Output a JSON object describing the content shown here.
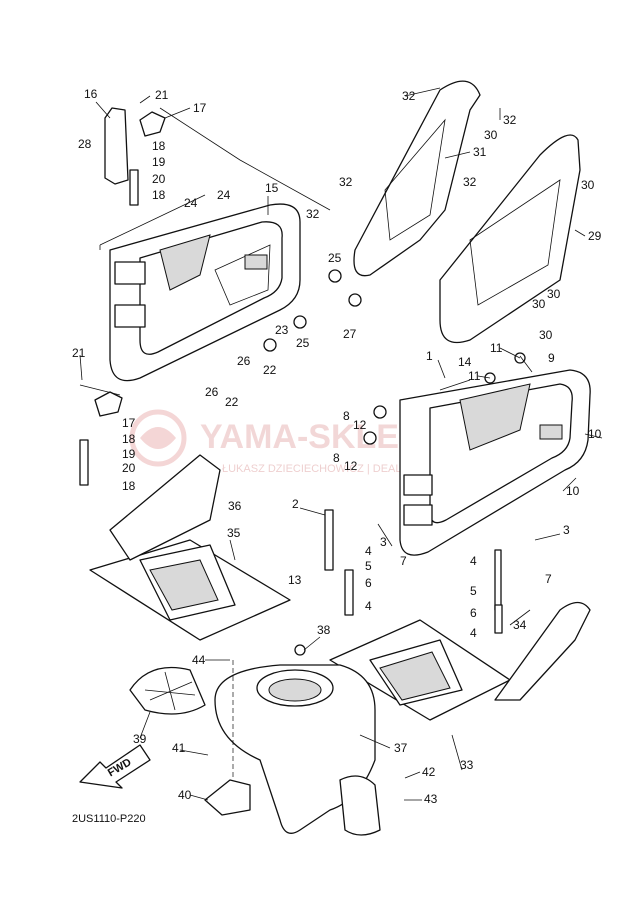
{
  "diagram_code": "2US1110-P220",
  "fwd_label": "FWD",
  "watermark": {
    "title": "YAMA-SKLEP",
    "line": "ŁUKASZ DZIECIECHOWICZ | DEALER YAMAHA"
  },
  "callouts": [
    {
      "id": "c1",
      "text": "1"
    },
    {
      "id": "c2",
      "text": "2"
    },
    {
      "id": "c3a",
      "text": "3"
    },
    {
      "id": "c3b",
      "text": "3"
    },
    {
      "id": "c4a",
      "text": "4"
    },
    {
      "id": "c4b",
      "text": "4"
    },
    {
      "id": "c4c",
      "text": "4"
    },
    {
      "id": "c4d",
      "text": "4"
    },
    {
      "id": "c5a",
      "text": "5"
    },
    {
      "id": "c5b",
      "text": "5"
    },
    {
      "id": "c6a",
      "text": "6"
    },
    {
      "id": "c6b",
      "text": "6"
    },
    {
      "id": "c7a",
      "text": "7"
    },
    {
      "id": "c7b",
      "text": "7"
    },
    {
      "id": "c8a",
      "text": "8"
    },
    {
      "id": "c8b",
      "text": "8"
    },
    {
      "id": "c9",
      "text": "9"
    },
    {
      "id": "c10a",
      "text": "10"
    },
    {
      "id": "c10b",
      "text": "10"
    },
    {
      "id": "c11a",
      "text": "11"
    },
    {
      "id": "c11b",
      "text": "11"
    },
    {
      "id": "c12a",
      "text": "12"
    },
    {
      "id": "c12b",
      "text": "12"
    },
    {
      "id": "c13",
      "text": "13"
    },
    {
      "id": "c14",
      "text": "14"
    },
    {
      "id": "c15",
      "text": "15"
    },
    {
      "id": "c16",
      "text": "16"
    },
    {
      "id": "c17a",
      "text": "17"
    },
    {
      "id": "c17b",
      "text": "17"
    },
    {
      "id": "c18a",
      "text": "18"
    },
    {
      "id": "c18b",
      "text": "18"
    },
    {
      "id": "c18c",
      "text": "18"
    },
    {
      "id": "c18d",
      "text": "18"
    },
    {
      "id": "c19a",
      "text": "19"
    },
    {
      "id": "c19b",
      "text": "19"
    },
    {
      "id": "c20a",
      "text": "20"
    },
    {
      "id": "c20b",
      "text": "20"
    },
    {
      "id": "c21a",
      "text": "21"
    },
    {
      "id": "c21b",
      "text": "21"
    },
    {
      "id": "c22a",
      "text": "22"
    },
    {
      "id": "c22b",
      "text": "22"
    },
    {
      "id": "c23",
      "text": "23"
    },
    {
      "id": "c24a",
      "text": "24"
    },
    {
      "id": "c24b",
      "text": "24"
    },
    {
      "id": "c25a",
      "text": "25"
    },
    {
      "id": "c25b",
      "text": "25"
    },
    {
      "id": "c26a",
      "text": "26"
    },
    {
      "id": "c26b",
      "text": "26"
    },
    {
      "id": "c27",
      "text": "27"
    },
    {
      "id": "c28",
      "text": "28"
    },
    {
      "id": "c29",
      "text": "29"
    },
    {
      "id": "c30a",
      "text": "30"
    },
    {
      "id": "c30b",
      "text": "30"
    },
    {
      "id": "c30c",
      "text": "30"
    },
    {
      "id": "c30d",
      "text": "30"
    },
    {
      "id": "c30e",
      "text": "30"
    },
    {
      "id": "c31",
      "text": "31"
    },
    {
      "id": "c32a",
      "text": "32"
    },
    {
      "id": "c32b",
      "text": "32"
    },
    {
      "id": "c32c",
      "text": "32"
    },
    {
      "id": "c32d",
      "text": "32"
    },
    {
      "id": "c32e",
      "text": "32"
    },
    {
      "id": "c33",
      "text": "33"
    },
    {
      "id": "c34",
      "text": "34"
    },
    {
      "id": "c35",
      "text": "35"
    },
    {
      "id": "c36",
      "text": "36"
    },
    {
      "id": "c37",
      "text": "37"
    },
    {
      "id": "c38",
      "text": "38"
    },
    {
      "id": "c39",
      "text": "39"
    },
    {
      "id": "c40",
      "text": "40"
    },
    {
      "id": "c41",
      "text": "41"
    },
    {
      "id": "c42",
      "text": "42"
    },
    {
      "id": "c43",
      "text": "43"
    },
    {
      "id": "c44",
      "text": "44"
    }
  ]
}
